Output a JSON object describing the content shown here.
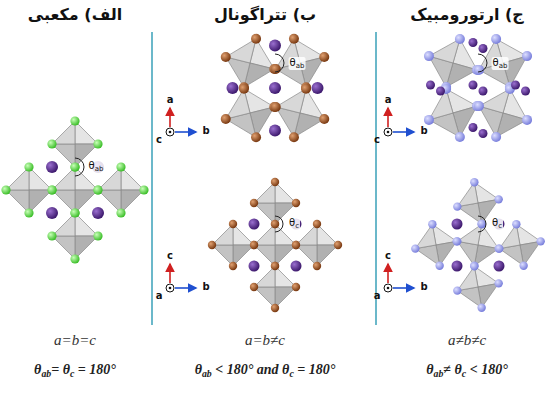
{
  "diagram": {
    "labels": [
      "الف) مکعبی",
      "ب) تتراگونال",
      "ج) ارتورومبیک",
      "θ",
      "ab",
      "a",
      "c",
      "b",
      "θ",
      "ab",
      "c",
      "a",
      "b",
      "θ",
      "c",
      "a",
      "c",
      "b",
      "θ",
      "ab",
      "c",
      "a",
      "b",
      "θ",
      "c",
      "a=b=c",
      "θ",
      "ab",
      "= θ",
      "c",
      "= 180°",
      "a=b≠c",
      "θ",
      "ab",
      "< 180° and θ",
      "c",
      "= 180°",
      "a≠b≠c",
      "θ",
      "ab",
      "≠ θ",
      "c",
      "< 180°"
    ]
  }
}
